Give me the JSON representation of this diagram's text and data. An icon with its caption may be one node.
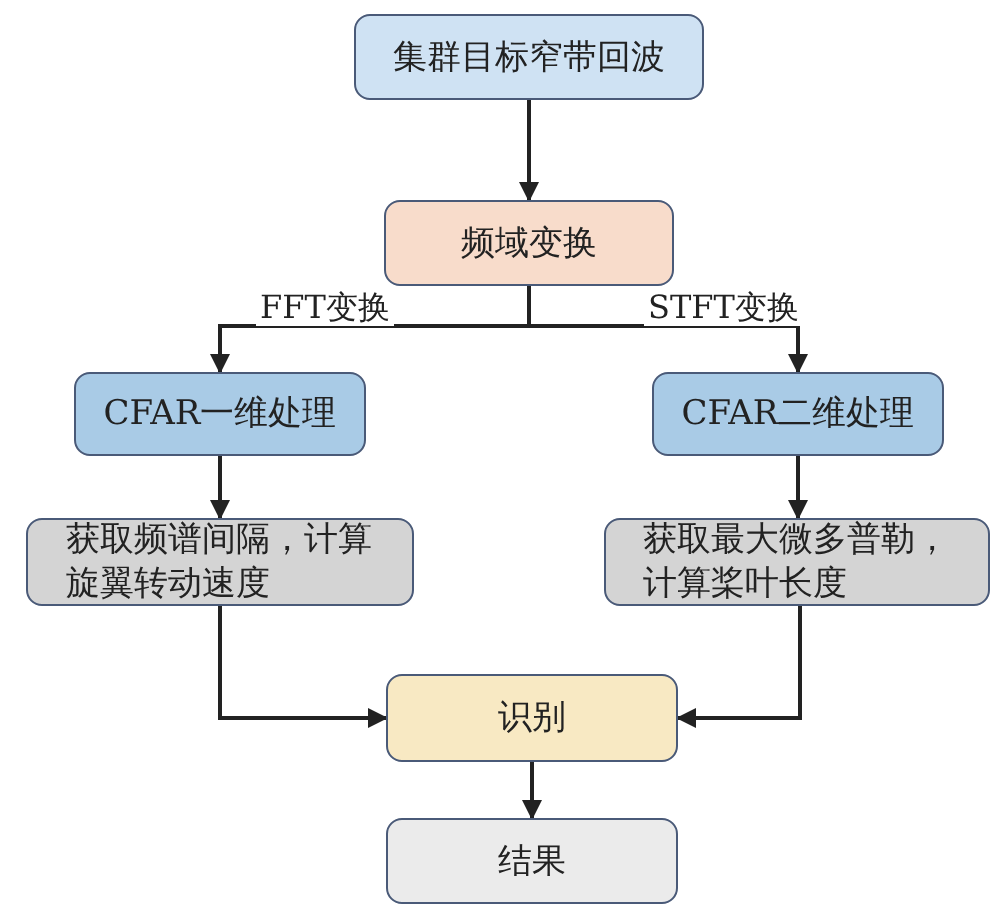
{
  "diagram": {
    "nodes": [
      {
        "text": [
          "集群目标窄带回波"
        ]
      },
      {
        "text": [
          "频域变换"
        ]
      },
      {
        "text": [
          "CFAR一维处理"
        ]
      },
      {
        "text": [
          "CFAR二维处理"
        ]
      },
      {
        "text": [
          "获取频谱间隔，计算旋翼转动速度"
        ]
      },
      {
        "text": [
          "获取最大微多普勒，计算桨叶长度"
        ]
      },
      {
        "text": [
          "识别"
        ]
      },
      {
        "text": [
          "结果"
        ]
      }
    ],
    "edges": [
      {
        "from": 0,
        "to": 1,
        "arrow": "to"
      },
      {
        "from": 1,
        "to": 2,
        "arrow": "to",
        "label": "FFT变换"
      },
      {
        "from": 1,
        "to": 3,
        "arrow": "to",
        "label": "STFT变换"
      },
      {
        "from": 2,
        "to": 4,
        "arrow": "to"
      },
      {
        "from": 3,
        "to": 5,
        "arrow": "to"
      },
      {
        "from": 4,
        "to": 6,
        "arrow": "to"
      },
      {
        "from": 5,
        "to": 6,
        "arrow": "to"
      },
      {
        "from": 6,
        "to": 7,
        "arrow": "to"
      }
    ]
  }
}
